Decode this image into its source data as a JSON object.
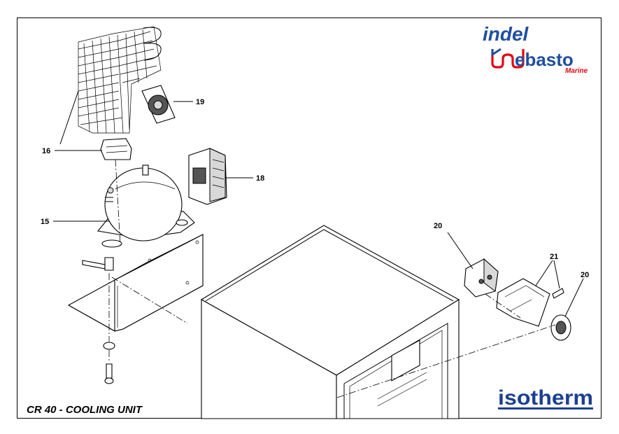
{
  "title": "CR 40 - COOLING UNIT",
  "logos": {
    "indel_text": "indel",
    "webasto_text": "ebasto",
    "marine_text": "Marine",
    "isotherm_text": "isotherm"
  },
  "colors": {
    "indel_blue": "#1f4fa0",
    "webasto_red": "#e30613",
    "isotherm_blue": "#1c3f94",
    "line": "#000000"
  },
  "callouts": [
    {
      "id": "19",
      "label": "19"
    },
    {
      "id": "16",
      "label": "16"
    },
    {
      "id": "18",
      "label": "18"
    },
    {
      "id": "15",
      "label": "15"
    },
    {
      "id": "20a",
      "label": "20"
    },
    {
      "id": "21",
      "label": "21"
    },
    {
      "id": "20b",
      "label": "20"
    }
  ]
}
